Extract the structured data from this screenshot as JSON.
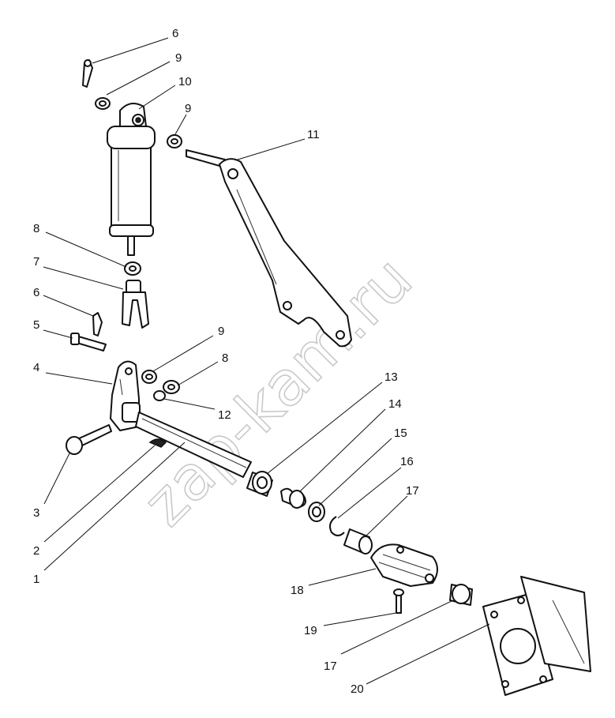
{
  "watermark": "zap-kam.ru",
  "callouts": {
    "c6a": "6",
    "c9a": "9",
    "c10": "10",
    "c9b": "9",
    "c11": "11",
    "c8a": "8",
    "c7": "7",
    "c6b": "6",
    "c5": "5",
    "c4": "4",
    "c9c": "9",
    "c8b": "8",
    "c12": "12",
    "c3": "3",
    "c2": "2",
    "c1": "1",
    "c13": "13",
    "c14": "14",
    "c15": "15",
    "c16": "16",
    "c17a": "17",
    "c18": "18",
    "c19": "19",
    "c17b": "17",
    "c20": "20"
  }
}
